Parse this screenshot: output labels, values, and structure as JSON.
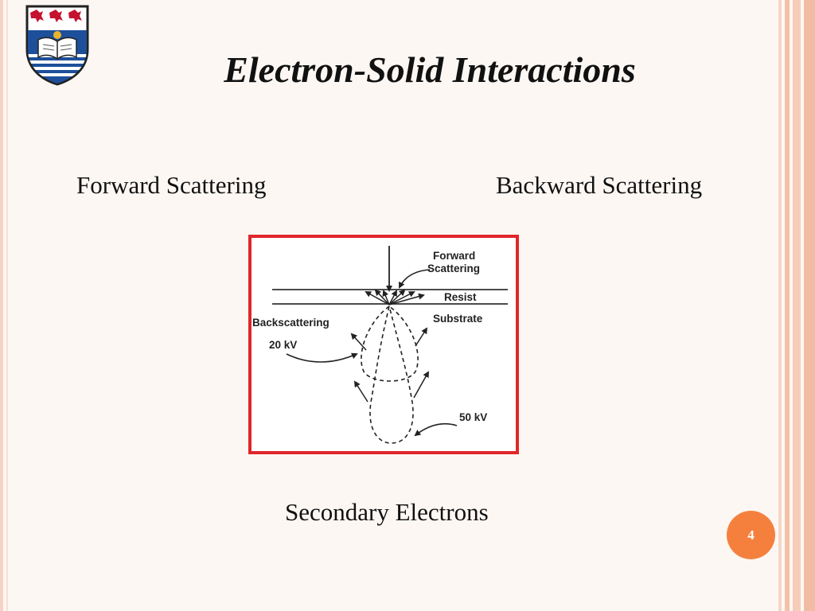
{
  "slide": {
    "title": "Electron-Solid Interactions",
    "captions": {
      "forward": "Forward Scattering",
      "backward": "Backward Scattering",
      "secondary": "Secondary Electrons"
    },
    "page_number": "4"
  },
  "diagram": {
    "labels": {
      "forward_line1": "Forward",
      "forward_line2": "Scattering",
      "resist": "Resist",
      "substrate": "Substrate",
      "backscattering": "Backscattering",
      "kv20": "20 kV",
      "kv50": "50 kV"
    },
    "frame_color": "#e0262a"
  },
  "colors": {
    "background": "#fdf7f3",
    "badge": "#f5803e",
    "stripe": "#f2bca4",
    "logo_shield": "#1d4f9a",
    "logo_birds": "#c4122f"
  }
}
